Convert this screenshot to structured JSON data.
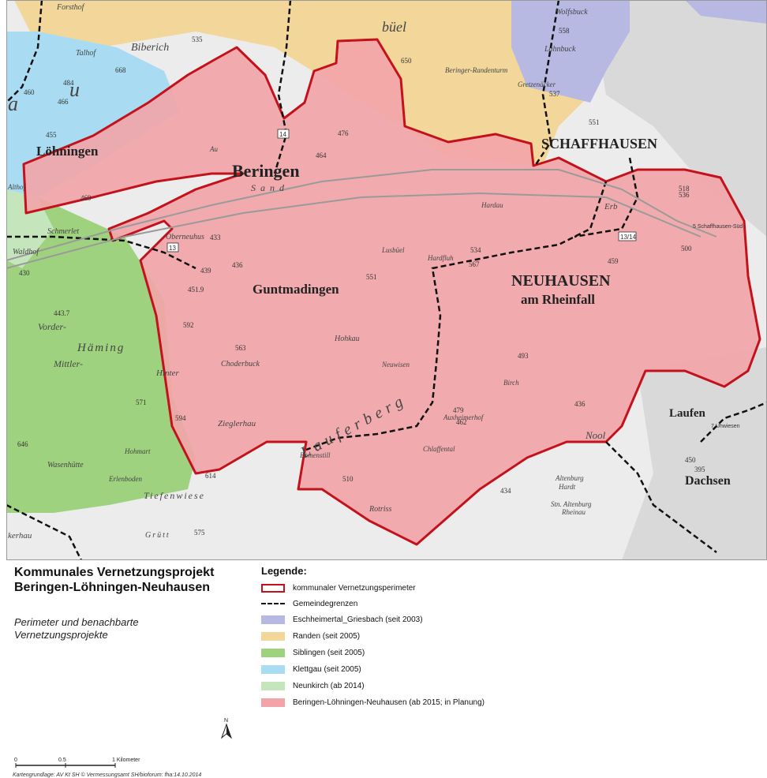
{
  "title": "Kommunales Vernetzungsprojekt Beringen-Löhningen-Neuhausen",
  "subtitle": "Perimeter und benachbarte Vernetzungsprojekte",
  "legend": {
    "heading": "Legende:",
    "items": [
      {
        "label": "kommunaler Vernetzungsperimeter",
        "kind": "outline",
        "color": "#c4121c"
      },
      {
        "label": "Gemeindegrenzen",
        "kind": "dashed",
        "color": "#111111"
      },
      {
        "label": "Eschheimertal_Griesbach (seit 2003)",
        "kind": "fill",
        "color": "#b7b9e3"
      },
      {
        "label": "Randen (seit 2005)",
        "kind": "fill",
        "color": "#f3d79a"
      },
      {
        "label": "Siblingen (seit 2005)",
        "kind": "fill",
        "color": "#9fd27e"
      },
      {
        "label": "Klettgau (seit 2005)",
        "kind": "fill",
        "color": "#a9dcf2"
      },
      {
        "label": "Neunkirch (ab 2014)",
        "kind": "fill",
        "color": "#c5e5bd"
      },
      {
        "label": "Beringen-Löhningen-Neuhausen (ab 2015; in Planung)",
        "kind": "fill",
        "color": "#f2a4a8"
      }
    ]
  },
  "scale": {
    "ticks": [
      "0",
      "0.5",
      "1 Kilometer"
    ]
  },
  "north_label": "N",
  "credit": "Kartengrundlage: AV Kt SH © Vermessungsamt SH/bioforum: fha:14.10.2014",
  "map": {
    "places": {
      "beringen": "Beringen",
      "loehningen": "Löhningen",
      "guntmadingen": "Guntmadingen",
      "neuhausen": "NEUHAUSEN",
      "am_rheinfall": "am Rheinfall",
      "schaffhausen": "SCHAFFHAUSEN",
      "biberich": "Biberich",
      "talhof": "Talhof",
      "buel": "büel",
      "beringer_randenturm": "Beringer-Randenturm",
      "lahnbuck": "Lahnbuck",
      "wolfsbuck": "Wolfsbuck",
      "gretzenaecker": "Gretzenäcker",
      "sand": "Sand",
      "oberneuhus": "Oberneuhus",
      "schmerlet": "Schmerlet",
      "waldhof": "Waldhof",
      "vorder": "Vorder-",
      "haeming": "Häming",
      "mittler": "Mittler-",
      "hinter": "Hinter",
      "choderbuck": "Choderbuck",
      "hohkau": "Hohkau",
      "lauferberg": "Lauferberg",
      "zieglerhau": "Zieglerhau",
      "hohmart": "Hohmart",
      "wasenhuette": "Wasenhütte",
      "erlenboden": "Erlenboden",
      "tiefenwiese": "Tiefenwiese",
      "grutt": "Grütt",
      "bomenstill": "Bomenstill",
      "rotriss": "Rotriss",
      "chlaffental": "Chlaffental",
      "auxheimerhof": "Auxheimerhof",
      "birch": "Birch",
      "altenburg": "Altenburg",
      "hardt": "Hardt",
      "stn_altenburg": "Stn. Altenburg",
      "rheinau": "Rheinau",
      "laufen": "Laufen",
      "nool": "Nool",
      "dachsen": "Dachsen",
      "hardau": "Hardau",
      "lusbuel": "Lusbüel",
      "hardfluh": "Hardfluh",
      "neuwisen": "Neuwisen",
      "althof": "Althof",
      "forsthof": "Forsthof",
      "au": "Au",
      "a_label": "a",
      "u_label": "u",
      "erbi": "Erb",
      "kerhau": "kerhau"
    },
    "elevations": [
      "535",
      "668",
      "650",
      "558",
      "537",
      "551",
      "484",
      "460",
      "466",
      "455",
      "469",
      "464",
      "476",
      "433",
      "436",
      "439",
      "451.9",
      "430",
      "443.7",
      "592",
      "563",
      "571",
      "594",
      "646",
      "614",
      "534",
      "567",
      "551",
      "518",
      "536",
      "500",
      "459",
      "493",
      "479",
      "462",
      "436",
      "450",
      "434",
      "510",
      "575",
      "395"
    ],
    "roads": [
      "13",
      "14",
      "13/14"
    ],
    "exit_label_1": "5 Schaffhausen-Süd",
    "exit_label_2": "7 Uhwiesen"
  },
  "colors": {
    "perimeter_fill": "#f2a4a8",
    "perimeter_stroke": "#c4121c",
    "randen": "#f3d79a",
    "eschheimertal": "#b7b9e3",
    "klettgau": "#a9dcf2",
    "siblingen": "#9fd27e",
    "neunkirch": "#c5e5bd",
    "basemap": "#ededed"
  }
}
